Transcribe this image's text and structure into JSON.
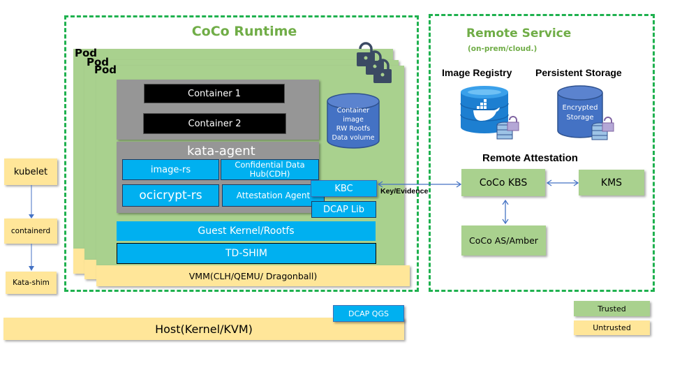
{
  "runtime": {
    "title": "CoCo Runtime",
    "pod_labels": [
      "Pod",
      "Pod",
      "Pod"
    ],
    "containers": [
      "Container 1",
      "Container 2"
    ],
    "volume_lines": [
      "Container",
      "image",
      "RW Rootfs",
      "Data volume"
    ],
    "kata_agent": {
      "title": "kata-agent",
      "image_rs": "image-rs",
      "cdh_line1": "Confidential Data",
      "cdh_line2": "Hub(CDH)",
      "ocicrypt": "ocicrypt-rs",
      "attestation_agent": "Attestation Agent",
      "kbc": "KBC",
      "dcap_lib": "DCAP Lib"
    },
    "guest_kernel": "Guest Kernel/Rootfs",
    "td_shim": "TD-SHIM",
    "vmm": "VMM(CLH/QEMU/ Dragonball)"
  },
  "host_stack": {
    "kubelet": "kubelet",
    "containerd": "containerd",
    "kata_shim": "Kata-shim"
  },
  "connection": {
    "label": "Key/Evidence"
  },
  "remote": {
    "title": "Remote Service",
    "subtitle": "(on-prem/cloud.)",
    "image_registry": "Image Registry",
    "persistent_storage": "Persistent Storage",
    "encrypted_line1": "Encrypted",
    "encrypted_line2": "Storage",
    "attestation_title": "Remote Attestation",
    "kbs": "CoCo KBS",
    "kms": "KMS",
    "as": "CoCo AS/Amber"
  },
  "host": {
    "label": "Host(Kernel/KVM)",
    "dcap_qgs": "DCAP QGS"
  },
  "legend": {
    "trusted": "Trusted",
    "untrusted": "Untrusted",
    "trusted_color": "#a9d18e",
    "untrusted_color": "#ffe699"
  }
}
